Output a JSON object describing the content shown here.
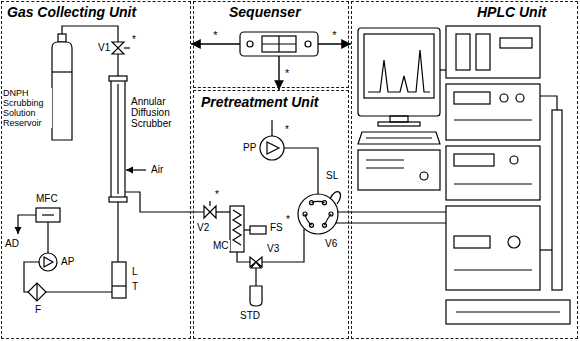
{
  "diagram": {
    "nodes": [
      {
        "text": [
          "Gas Collecting Unit"
        ]
      },
      {
        "text": [
          "Sequenser"
        ]
      },
      {
        "text": [
          "HPLC Unit"
        ]
      },
      {
        "text": [
          "Pretreatment Unit"
        ]
      }
    ],
    "edges": [
      {
        "from": 1,
        "to": 0,
        "arrow": "to",
        "label": "*"
      },
      {
        "from": 1,
        "to": 2,
        "arrow": "to",
        "label": "*"
      },
      {
        "from": 1,
        "to": 3,
        "arrow": "to",
        "label": "*"
      }
    ],
    "labels": [
      "V1",
      "*",
      "DNPH Scrubbing Solution Reservoir",
      "Annular Diffusion Scrubber",
      "Air",
      "MFC",
      "AD",
      "AP",
      "F",
      "L",
      "T",
      "PP",
      "*",
      "SL",
      "V2",
      "*",
      "MC",
      "FS",
      "*",
      "V6",
      "V3",
      "STD"
    ]
  }
}
